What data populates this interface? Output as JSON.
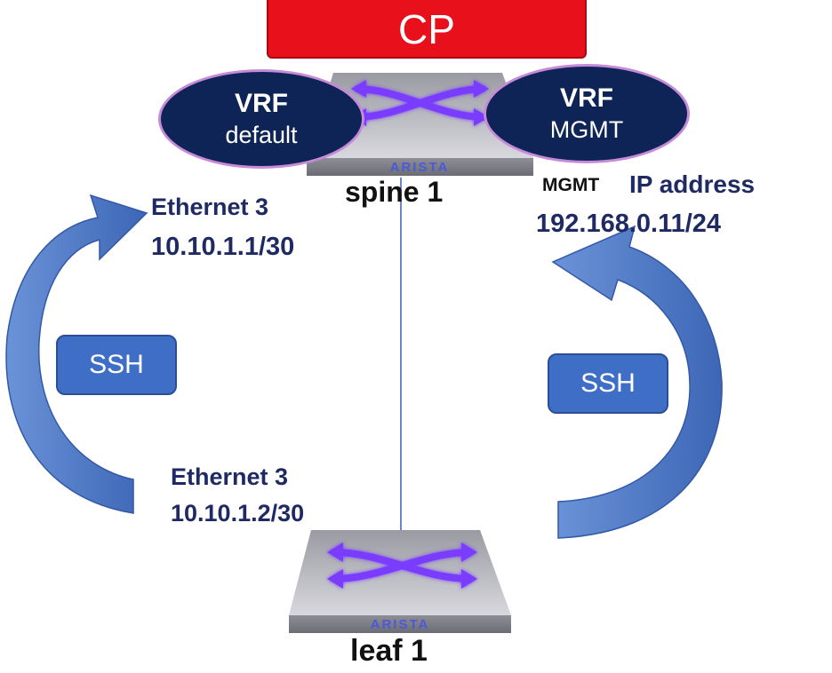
{
  "cp": {
    "label": "CP"
  },
  "vrf_default": {
    "line1": "VRF",
    "line2": "default"
  },
  "vrf_mgmt": {
    "line1": "VRF",
    "line2": "MGMT"
  },
  "spine": {
    "label": "spine 1",
    "brand": "ARISTA"
  },
  "leaf": {
    "label": "leaf 1",
    "brand": "ARISTA"
  },
  "spine_eth": {
    "name": "Ethernet 3",
    "ip": "10.10.1.1/30"
  },
  "leaf_eth": {
    "name": "Ethernet 3",
    "ip": "10.10.1.2/30"
  },
  "mgmt": {
    "prefix": "MGMT",
    "label": "IP address",
    "ip": "192.168.0.11/24"
  },
  "ssh_left": {
    "label": "SSH"
  },
  "ssh_right": {
    "label": "SSH"
  },
  "colors": {
    "cp_red": "#e8101a",
    "vrf_navy": "#0e2356",
    "vrf_border": "#c58ad8",
    "arrow_blue": "#4a78c8",
    "text_navy": "#1f2a63",
    "switch_arrow": "#7a3cff"
  }
}
